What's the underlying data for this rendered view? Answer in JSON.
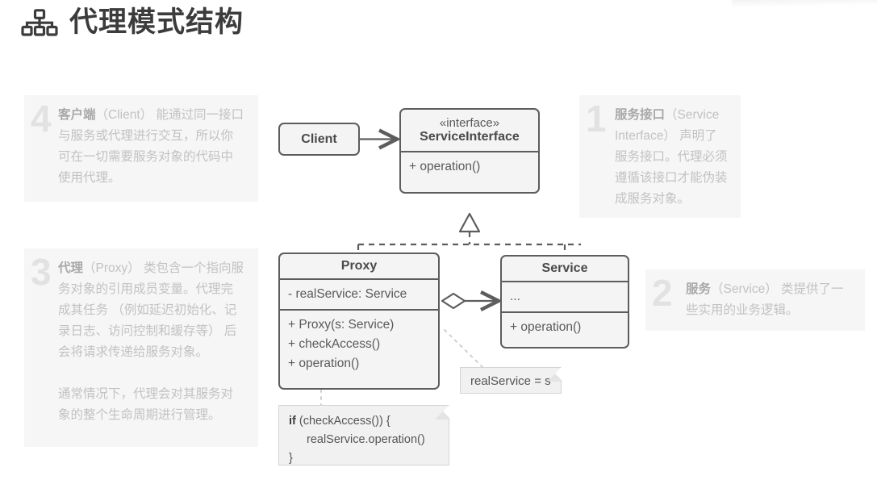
{
  "header": {
    "title": "代理模式结构",
    "icon": "sitemap-icon"
  },
  "panels": [
    {
      "id": "client",
      "number": "4",
      "term": "客户端",
      "paragraphs": [
        "（Client） 能通过同一接口与服务或代理进行交互，所以你可在一切需要服务对象的代码中使用代理。"
      ]
    },
    {
      "id": "proxy",
      "number": "3",
      "term": "代理",
      "paragraphs": [
        "（Proxy） 类包含一个指向服务对象的引用成员变量。代理完成其任务 （例如延迟初始化、记录日志、访问控制和缓存等） 后会将请求传递给服务对象。",
        "通常情况下，代理会对其服务对象的整个生命周期进行管理。"
      ]
    },
    {
      "id": "interface",
      "number": "1",
      "term": "服务接口",
      "paragraphs": [
        "（Service Interface） 声明了服务接口。代理必须遵循该接口才能伪装成服务对象。"
      ]
    },
    {
      "id": "service",
      "number": "2",
      "term": "服务",
      "paragraphs": [
        "（Service） 类提供了一些实用的业务逻辑。"
      ]
    }
  ],
  "diagram": {
    "client": {
      "name": "Client"
    },
    "service_interface": {
      "stereotype": "«interface»",
      "name": "ServiceInterface",
      "operations": [
        "+ operation()"
      ]
    },
    "proxy": {
      "name": "Proxy",
      "attributes": [
        "- realService: Service"
      ],
      "operations": [
        "+ Proxy(s: Service)",
        "+ checkAccess()",
        "+ operation()"
      ]
    },
    "service": {
      "name": "Service",
      "attributes": [
        "..."
      ],
      "operations": [
        "+ operation()"
      ]
    },
    "notes": {
      "assignment": "realService = s",
      "code_line_1_keyword": "if",
      "code_line_1_rest": " (checkAccess()) {",
      "code_line_2": "realService.operation()",
      "code_line_3": "}"
    },
    "relations": {
      "client_to_interface": "association",
      "proxy_realizes_interface": "realization",
      "service_realizes_interface": "realization",
      "proxy_aggregates_service": "aggregation"
    }
  },
  "colors": {
    "title": "#3c3c3c",
    "box_border": "#5d5d5d",
    "box_fill": "#f4f4f4",
    "panel_bg": "#f6f6f6",
    "panel_text": "#c2c2c2",
    "panel_number": "#e2e2e2",
    "note_fill": "#f1f1f1"
  }
}
